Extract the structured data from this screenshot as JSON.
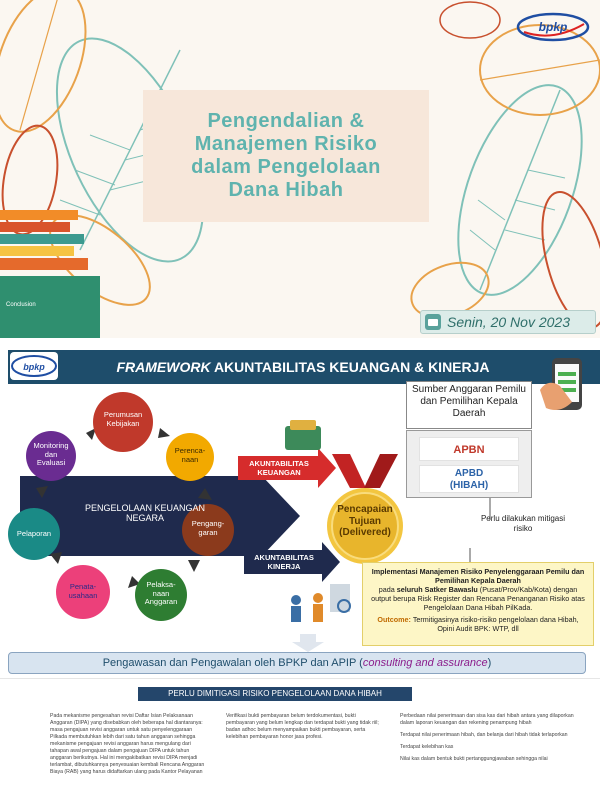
{
  "slide1": {
    "title_lines": [
      "Pengendalian &",
      "Manajemen Risiko",
      "dalam Pengelolaan",
      "Dana Hibah"
    ],
    "logo_text": "bpkp",
    "date": "Senin, 20 Nov 2023",
    "book_label": "Conclusion",
    "colors": {
      "title": "#5fb3ae",
      "title_box": "#f7e7da",
      "leaf_teal": "#7fc1b8",
      "leaf_orange": "#e8a24a",
      "leaf_red": "#c8502e"
    }
  },
  "slide2": {
    "logo_text": "bpkp",
    "title_italic": "FRAMEWORK",
    "title_rest": "AKUNTABILITAS KEUANGAN & KINERJA",
    "center_label": "PENGELOLAAN KEUANGAN NEGARA",
    "cycle": [
      {
        "label": "Perumusan Kebijakan",
        "color": "#c0392b"
      },
      {
        "label": "Perenca-naan",
        "color": "#f2a900"
      },
      {
        "label": "Pengang-garan",
        "color": "#8b3a1c"
      },
      {
        "label": "Pelaksa-naan Anggaran",
        "color": "#2e7d32"
      },
      {
        "label": "Penata-usahaan",
        "color": "#ec407a"
      },
      {
        "label": "Pelaporan",
        "color": "#1a8a86"
      },
      {
        "label": "Monitoring dan Evaluasi",
        "color": "#6a2c91"
      }
    ],
    "akuntabilitas_keuangan": "AKUNTABILITAS KEUANGAN",
    "akuntabilitas_kinerja": "AKUNTABILITAS KINERJA",
    "medal_label": "Pencapaian Tujuan (Delivered)",
    "sumber_label": "Sumber Anggaran Pemilu dan Pemilihan Kepala Daerah",
    "apbn": "APBN",
    "apbd_line1": "APBD",
    "apbd_line2": "(HIBAH)",
    "mitigasi": "Perlu dilakukan mitigasi risiko",
    "impl_title": "Implementasi Manajemen Risiko Penyelenggaraan Pemilu dan Pemilihan Kepala Daerah",
    "impl_pada": "pada",
    "impl_satker": "seluruh Satker Bawaslu",
    "impl_rest": "(Pusat/Prov/Kab/Kota) dengan output berupa Risk Register dan Rencana Penanganan Risiko atas Pengelolaan Dana Hibah PilKada.",
    "outcome_label": "Outcome:",
    "outcome_text": "Termitigasinya risiko-risiko pengelolaan dana Hibah, Opini Audit BPK: WTP, dll",
    "pengawasan_plain": "Pengawasan dan Pengawalan oleh BPKP dan APIP (",
    "pengawasan_italic": "consulting and assurance",
    "pengawasan_close": ")"
  },
  "slide3": {
    "heading": "PERLU DIMITIGASI RISIKO PENGELOLAAN DANA HIBAH",
    "col1": "Pada mekanisme pengesahan revisi Daftar Isian Pelaksanaan Anggaran (DIPA) yang disebabkan oleh beberapa hal diantaranya: masa pengajuan revisi anggaran untuk satu penyelenggaraan Pilkada membutuhkan lebih dari satu tahun anggaran sehingga mekanisme pengajuan revisi anggaran harus mengulang dari tahapan awal pengajuan dalam pengajuan DIPA untuk tahun anggaran berikutnya. Hal ini mengakibatkan revisi DIPA menjadi terlambat, dibutuhkannya penyesuaian kembali Rencana Anggaran Biaya (RAB) yang harus didaftarkan ulang pada Kantor Pelayanan",
    "col2": "Verifikasi bukti pembayaran belum terdokumentasi, bukti pembayaran yang belum lengkap dan terdapat bukti yang tidak riil; badan adhoc belum menyampaikan bukti pembayaran, serta kelebihan pembayaran honor jasa profesi.",
    "col3": [
      "Perbedaan nilai penerimaan dan sisa kas dari hibah antara yang dilaporkan dalam laporan keuangan dan rekening penampung hibah",
      "Terdapat nilai penerimaan hibah, dan belanja dari hibah tidak terlaporkan",
      "Terdapat kelebihan kas",
      "Nilai kas dalam bentuk bukti pertanggungjawaban sehingga nilai"
    ]
  }
}
